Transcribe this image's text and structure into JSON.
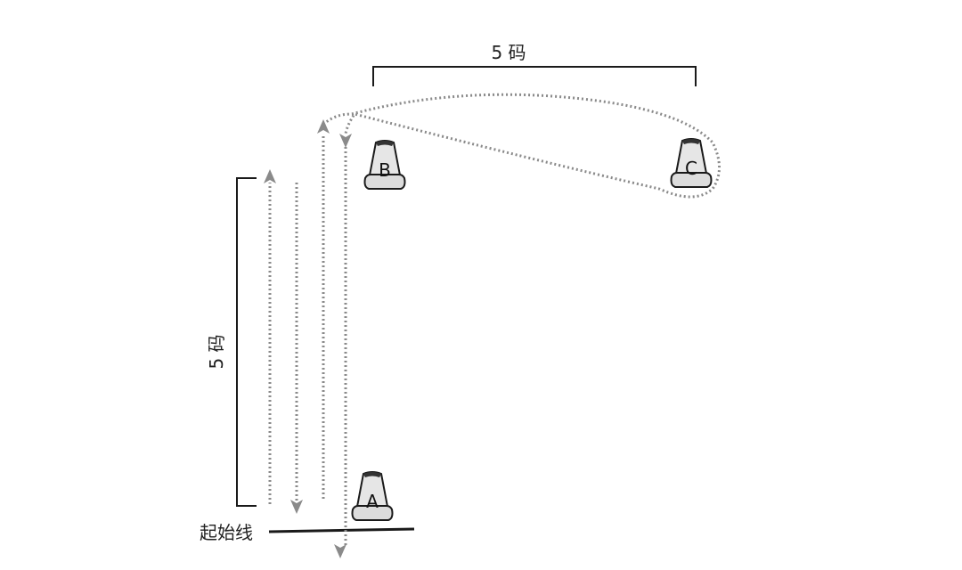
{
  "diagram": {
    "horizontal_distance_label": "5 码",
    "vertical_distance_label": "5 码",
    "start_line_label": "起始线",
    "cones": [
      {
        "id": "A",
        "label": "A"
      },
      {
        "id": "B",
        "label": "B"
      },
      {
        "id": "C",
        "label": "C"
      }
    ],
    "colors": {
      "line": "#1a1a1a",
      "path": "#8a8a8a",
      "cone_fill": "#e6e6e6"
    }
  }
}
